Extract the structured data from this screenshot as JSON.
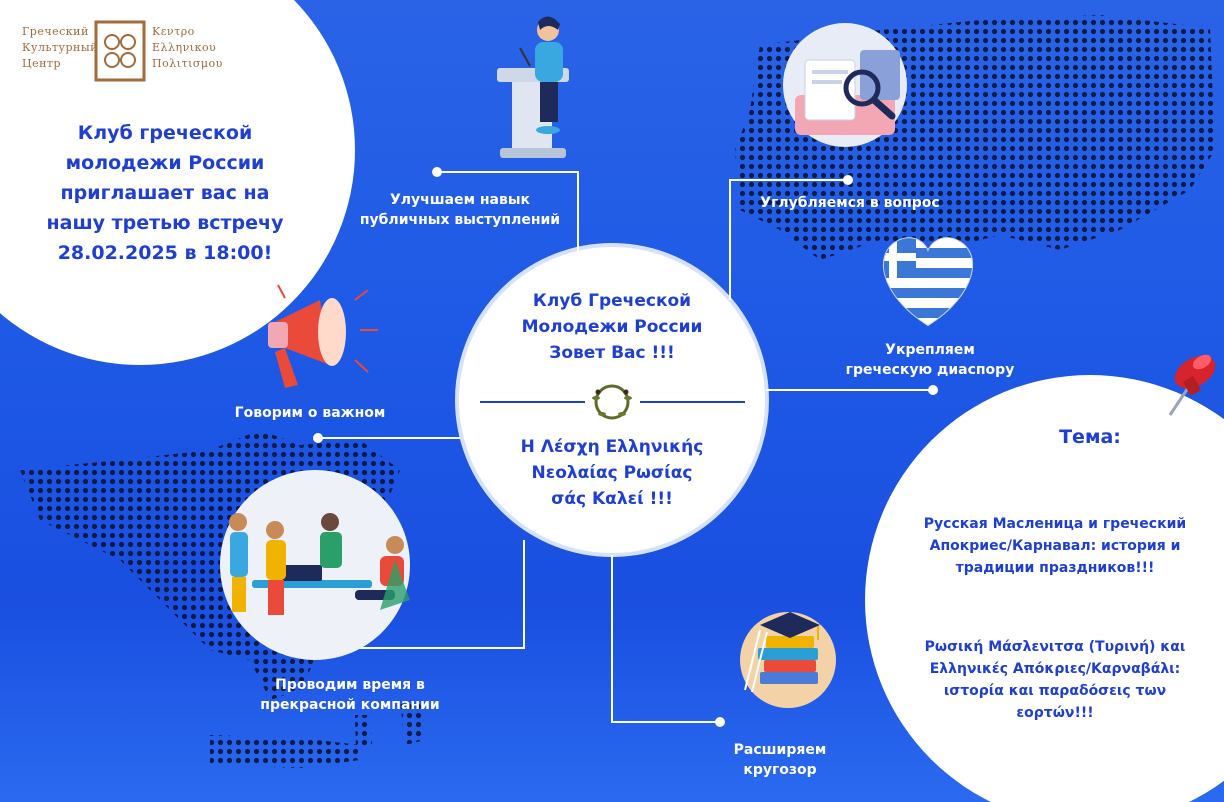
{
  "logo": {
    "left_lines": [
      "Греческий",
      "Культурный",
      "Центр"
    ],
    "right_lines": [
      "Κεντρο",
      "Ελληνικου",
      "Πολιτισμου"
    ]
  },
  "invite": {
    "lines": [
      "Клуб греческой",
      "молодежи России",
      "приглашает вас на",
      "нашу третью встречу",
      "28.02.2025 в 18:00!"
    ]
  },
  "center": {
    "ru_lines": [
      "Клуб Греческой",
      "Молодежи России",
      "Зовет Вас !!!"
    ],
    "gr_lines": [
      "Η Λέσχη Ελληνικής",
      "Νεολαίας Ρωσίας",
      "σάς Καλεί !!!"
    ]
  },
  "items": {
    "public_speaking": [
      "Улучшаем навык",
      "публичных выступлений"
    ],
    "deep_dive": [
      "Углубляемся в вопрос"
    ],
    "diaspora": [
      "Укрепляем",
      "греческую диаспору"
    ],
    "important": [
      "Говорим о важном"
    ],
    "company": [
      "Проводим время в",
      "прекрасной компании"
    ],
    "horizons": [
      "Расширяем",
      "кругозор"
    ]
  },
  "topic": {
    "title": "Тема:",
    "ru_lines": [
      "Русская Масленица и греческий",
      "Апокриес/Карнавал: история и",
      "традиции праздников!!!"
    ],
    "gr_lines": [
      "Ρωσική Μάσλενιτσα (Τυρινή) και",
      "Ελληνικές Απόκριες/Καρναβάλι:",
      "ιστορία και παραδόσεις των",
      "εορτών!!!"
    ]
  },
  "colors": {
    "accent": "#1f3fd0",
    "background": "#1e5ae6",
    "logo": "#a36a3a"
  }
}
